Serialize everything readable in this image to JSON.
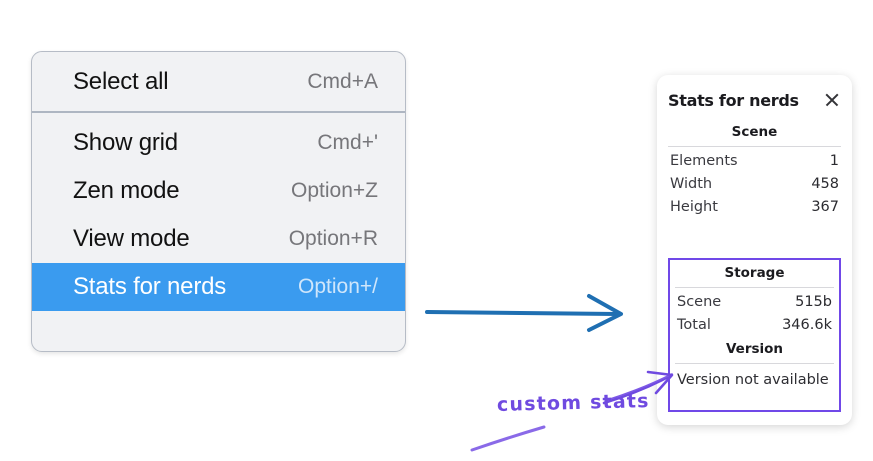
{
  "context_menu": {
    "groups": [
      {
        "items": [
          {
            "label": "Select all",
            "shortcut": "Cmd+A",
            "selected": false
          }
        ]
      },
      {
        "items": [
          {
            "label": "Show grid",
            "shortcut": "Cmd+'",
            "selected": false
          },
          {
            "label": "Zen mode",
            "shortcut": "Option+Z",
            "selected": false
          },
          {
            "label": "View mode",
            "shortcut": "Option+R",
            "selected": false
          },
          {
            "label": "Stats for nerds",
            "shortcut": "Option+/",
            "selected": true
          }
        ]
      }
    ],
    "highlight_color": "#3a9bef",
    "background_color": "#f1f2f4"
  },
  "stats_panel": {
    "title": "Stats for nerds",
    "close_icon": "close-icon",
    "scene": {
      "heading": "Scene",
      "rows": [
        {
          "key": "Elements",
          "value": "1"
        },
        {
          "key": "Width",
          "value": "458"
        },
        {
          "key": "Height",
          "value": "367"
        }
      ]
    },
    "storage": {
      "heading": "Storage",
      "rows": [
        {
          "key": "Scene",
          "value": "515b"
        },
        {
          "key": "Total",
          "value": "346.6k"
        }
      ]
    },
    "version": {
      "heading": "Version",
      "text": "Version not available"
    },
    "highlight_outline_color": "#7048e8"
  },
  "annotations": {
    "blue_arrow": {
      "name": "blue-arrow",
      "color": "#1f6fb2"
    },
    "purple_arrow": {
      "name": "purple-arrow",
      "color": "#6f4ae0"
    },
    "purple_underline": {
      "name": "purple-underline-stroke",
      "color": "#8a6ae8"
    },
    "handwritten_label": "custom stats"
  }
}
